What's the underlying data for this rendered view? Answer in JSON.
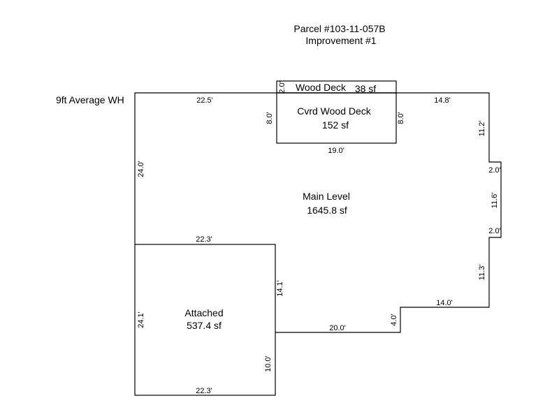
{
  "header": {
    "parcel": "Parcel #103-11-057B",
    "improvement": "Improvement #1"
  },
  "wall_height_note": "9ft Average WH",
  "areas": {
    "main": {
      "name": "Main Level",
      "size": "1645.8 sf"
    },
    "deck": {
      "name": "Wood Deck",
      "size": "38 sf"
    },
    "covered_deck": {
      "name": "Cvrd Wood Deck",
      "size": "152 sf"
    },
    "attached": {
      "name": "Attached",
      "size": "537.4 sf"
    }
  },
  "dimensions": {
    "main_top_left": "22.5'",
    "main_top_right": "14.8'",
    "main_left": "24.0'",
    "main_right_upper": "11.2'",
    "bump_top": "2.0'",
    "bump_side": "11.6'",
    "bump_bottom": "2.0'",
    "main_right_lower": "11.3'",
    "main_bottom_right": "14.0'",
    "main_step": "4.0'",
    "main_bottom": "20.0'",
    "covered_deck_bottom": "19.0'",
    "covered_deck_left": "8.0'",
    "covered_deck_right": "8.0'",
    "deck_side": "2.0'",
    "attached_top": "22.3'",
    "attached_left": "24.1'",
    "attached_right_upper": "14.1'",
    "attached_right_lower": "10.0'",
    "attached_bottom": "22.3'"
  }
}
